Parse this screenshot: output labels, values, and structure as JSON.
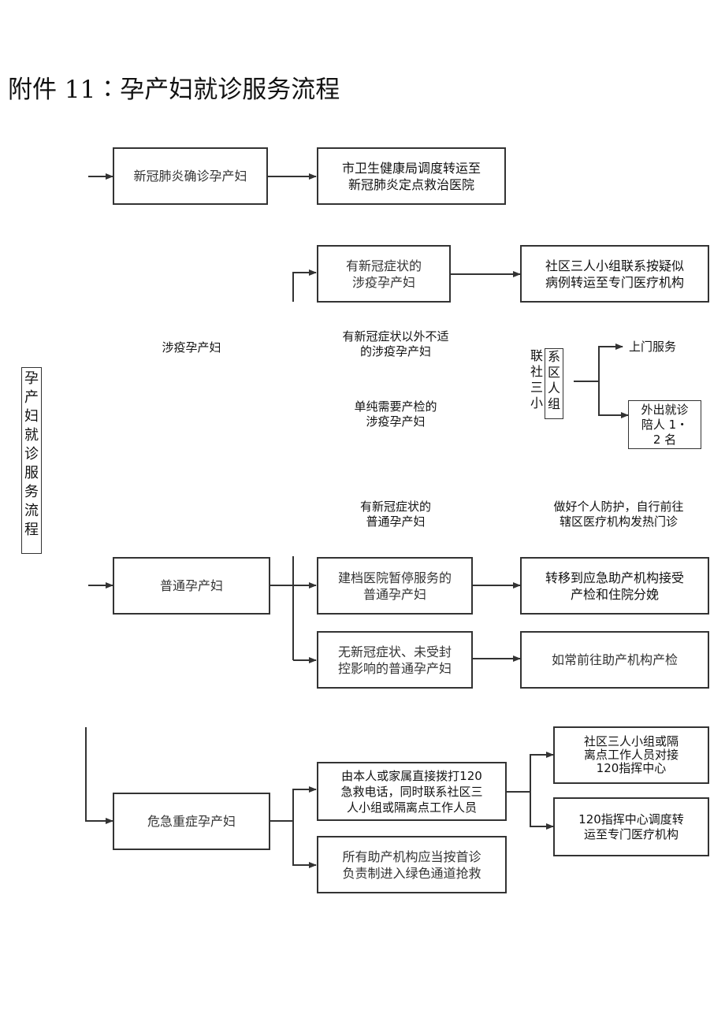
{
  "title": "附件 11∶孕产妇就诊服务流程",
  "side_label": [
    "孕",
    "产",
    "妇",
    "就",
    "诊",
    "服",
    "务",
    "流",
    "程"
  ],
  "row_confirmed": {
    "source": "新冠肺炎确诊孕产妇",
    "target": "市卫生健康局调度转运至\n新冠肺炎定点救治医院"
  },
  "row_exposed": {
    "source": "涉疫孕产妇",
    "symptom_box": "有新冠症状的\n涉疫孕产妇",
    "symptom_target": "社区三人小组联系按疑似\n病例转运至专门医疗机构",
    "other_discomfort": "有新冠症状以外不适\n的涉疫孕产妇",
    "checkup_only": "单纯需要产检的\n涉疫孕产妇",
    "contact_a": [
      "联",
      "社",
      "三",
      "小"
    ],
    "contact_b": [
      "系",
      "区",
      "人",
      "组"
    ],
    "home_service": "上门服务",
    "outside_visit": "外出就诊\n陪人 1・\n2 名"
  },
  "row_normal": {
    "symptom_label": "有新冠症状的\n普通孕产妇",
    "symptom_action": "做好个人防护，自行前往\n辖区医疗机构发热门诊",
    "source": "普通孕产妇",
    "suspended_box": "建档医院暂停服务的\n普通孕产妇",
    "suspended_target": "转移到应急助产机构接受\n产检和住院分娩",
    "unaffected_box": "无新冠症状、未受封\n控影响的普通孕产妇",
    "unaffected_target": "如常前往助产机构产检"
  },
  "row_critical": {
    "source": "危急重症孕产妇",
    "call_box": "由本人或家属直接拨打120\n急救电话，同时联系社区三\n人小组或隔离点工作人员",
    "green_channel": "所有助产机构应当按首诊\n负责制进入绿色通道抢救",
    "liaison": "社区三人小组或隔\n离点工作人员对接\n120指挥中心",
    "dispatch": "120指挥中心调度转\n运至专门医疗机构"
  }
}
